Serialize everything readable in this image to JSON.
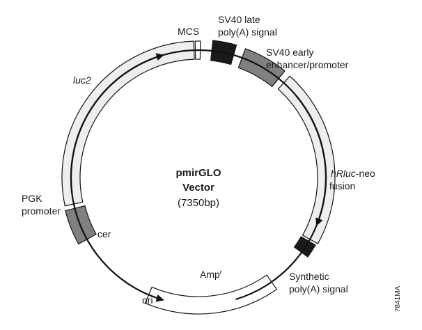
{
  "vector": {
    "name": "pmirGLO",
    "subtitle": "Vector",
    "size": "(7350bp)"
  },
  "labels": {
    "mcs": "MCS",
    "sv40_late_1": "SV40 late",
    "sv40_late_2": "poly(A) signal",
    "sv40_early_1": "SV40 early",
    "sv40_early_2": "enhancer/promoter",
    "hrluc_italic": "hRluc",
    "hrluc_rest": "-neo",
    "fusion": "fusion",
    "synthetic_1": "Synthetic",
    "synthetic_2": "poly(A) signal",
    "amp": "Amp",
    "amp_sup": "r",
    "ori": "ori",
    "cer": "cer",
    "pgk_1": "PGK",
    "pgk_2": "promoter",
    "luc2": "luc2"
  },
  "figure_code": "7841MA",
  "colors": {
    "backbone": "#111111",
    "gene_fill": "#eeeeee",
    "promoter_fill": "#808080",
    "polya_fill": "#1a1a1a"
  },
  "features": [
    {
      "name": "luc2",
      "kind": "gene",
      "direction": "cw"
    },
    {
      "name": "MCS",
      "kind": "site"
    },
    {
      "name": "SV40 late poly(A) signal",
      "kind": "polya"
    },
    {
      "name": "SV40 early enhancer/promoter",
      "kind": "promoter"
    },
    {
      "name": "hRluc-neo fusion",
      "kind": "gene",
      "direction": "cw"
    },
    {
      "name": "Synthetic poly(A) signal",
      "kind": "polya"
    },
    {
      "name": "Amp^r",
      "kind": "gene",
      "direction": "ccw"
    },
    {
      "name": "PGK promoter",
      "kind": "promoter"
    }
  ]
}
